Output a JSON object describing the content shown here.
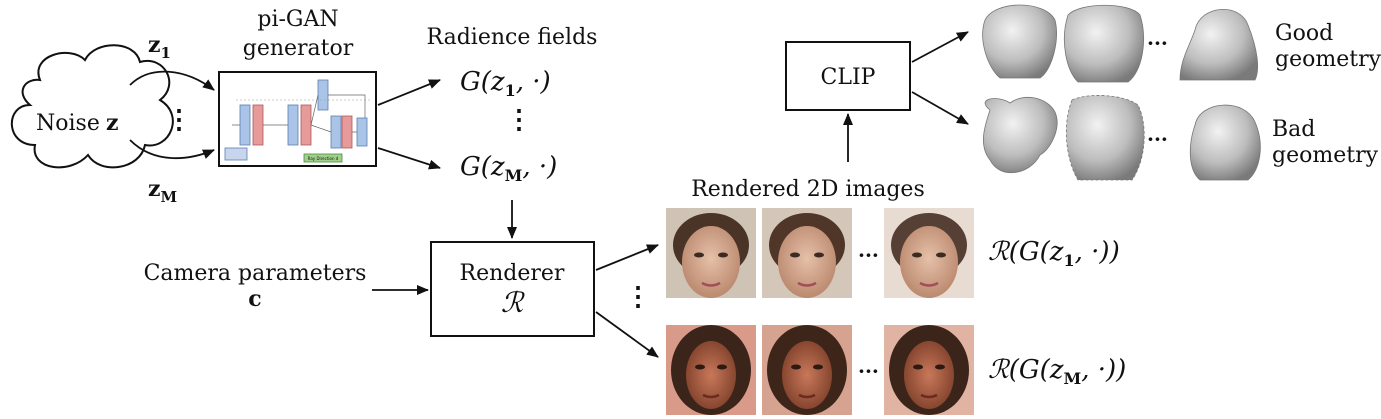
{
  "noise": {
    "label": "Noise",
    "var": "z",
    "z1_base": "z",
    "z1_sub": "1",
    "zM_base": "z",
    "zM_sub": "M",
    "dots": "⋮"
  },
  "generator": {
    "line1": "pi-GAN",
    "line2": "generator",
    "ray_label": "Ray Direction d"
  },
  "radiance": {
    "title": "Radience fields",
    "g1": "G(z",
    "g1_sub": "1",
    "g1_tail": ", ·)",
    "gM": "G(z",
    "gM_sub": "M",
    "gM_tail": ", ·)",
    "dots": "⋮"
  },
  "camera": {
    "label": "Camera parameters",
    "var": "c"
  },
  "renderer": {
    "label": "Renderer",
    "symbol": "ℛ"
  },
  "clip": {
    "label": "CLIP"
  },
  "good": {
    "line1": "Good",
    "line2": "geometry"
  },
  "bad": {
    "line1": "Bad",
    "line2": "geometry"
  },
  "rendered": {
    "title": "Rendered 2D images",
    "r1": "ℛ(G(z",
    "r1_sub": "1",
    "r1_tail": ", ·))",
    "rM": "ℛ(G(z",
    "rM_sub": "M",
    "rM_tail": ", ·))",
    "dots": "⋮",
    "ellipsis": "···"
  },
  "colors": {
    "ink": "#111111",
    "geometry": "#b9b9b9",
    "face_light": "#d7aa92",
    "face_dark": "#a35a3e",
    "hair_dark": "#3b2419"
  }
}
